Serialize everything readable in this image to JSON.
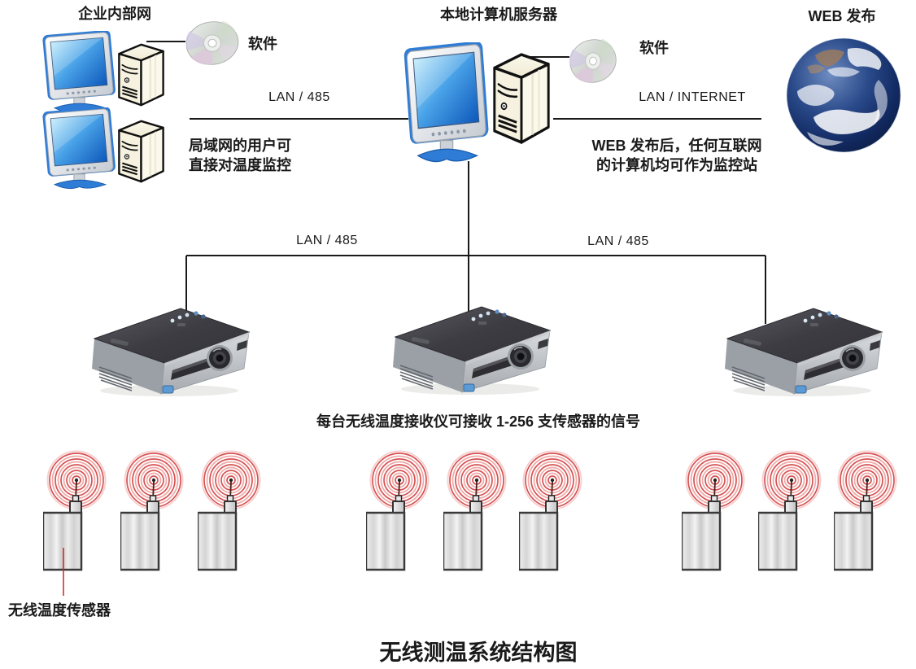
{
  "header": {
    "intranet_title": "企业内部网",
    "server_title": "本地计算机服务器",
    "web_title": "WEB 发布"
  },
  "labels": {
    "software_left": "软件",
    "software_center": "软件",
    "lan_485_top": "LAN / 485",
    "lan_internet": "LAN / INTERNET",
    "lan_485_bus_left": "LAN / 485",
    "lan_485_bus_right": "LAN / 485"
  },
  "notes": {
    "intranet_line1": "局域网的用户可",
    "intranet_line2": "直接对温度监控",
    "web_line1": "WEB 发布后，任何互联网",
    "web_line2": "的计算机均可作为监控站",
    "receiver_caption": "每台无线温度接收仪可接收 1-256 支传感器的信号",
    "sensor_label": "无线温度传感器"
  },
  "footer": {
    "title": "无线测温系统结构图"
  },
  "colors": {
    "connector_line": "#1a1a1a",
    "pointer_red": "#cc2222",
    "antenna_red": "#d65252",
    "screen_blue": "#1565c8",
    "tower_ivory": "#f8f5e6",
    "foot_blue": "#2e7cd6"
  }
}
